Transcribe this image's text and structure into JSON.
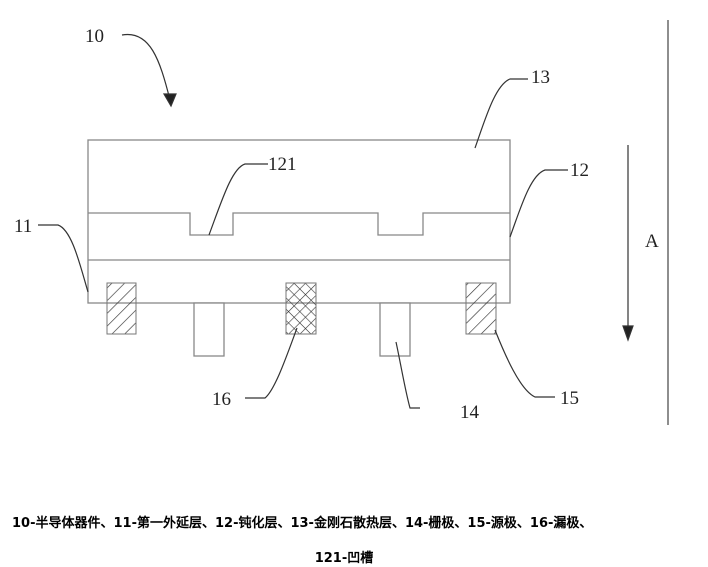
{
  "labels": {
    "device": "10",
    "epi": "11",
    "passivation": "12",
    "diamond": "13",
    "groove": "121",
    "gate": "14",
    "source": "15",
    "drain": "16",
    "direction": "A"
  },
  "caption": {
    "line1": "10-半导体器件、11-第一外延层、12-钝化层、13-金刚石散热层、14-栅极、15-源极、16-漏极、",
    "line2": "121-凹槽"
  }
}
